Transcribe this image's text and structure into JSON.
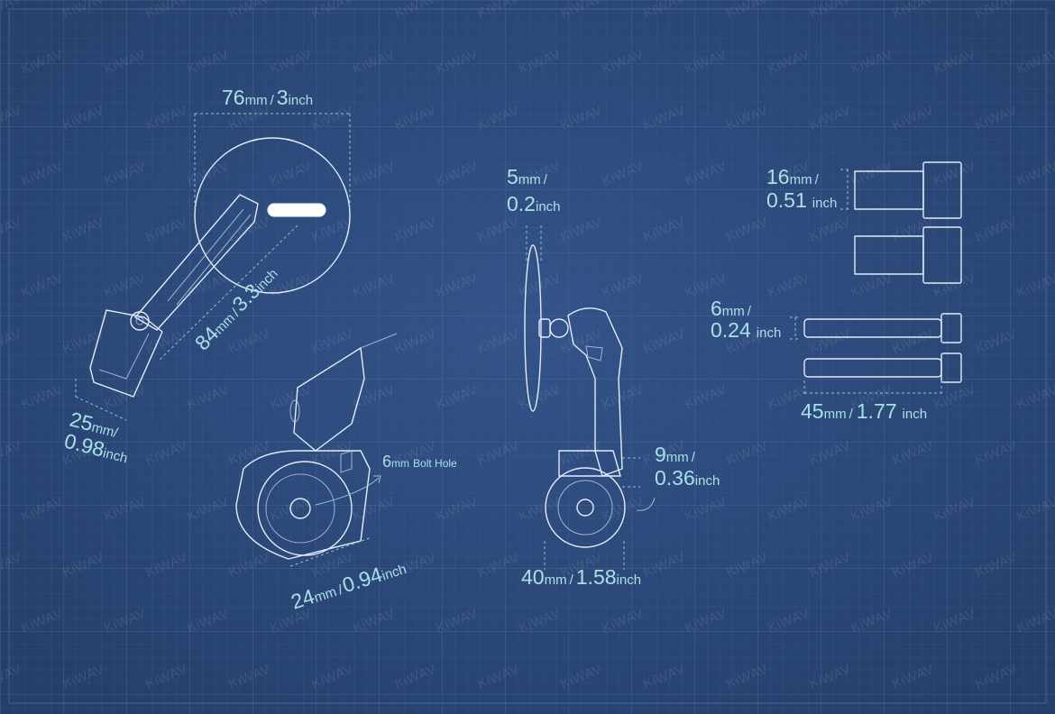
{
  "brand": {
    "watermark": "KiWAV"
  },
  "colors": {
    "background": "#2c4877",
    "line": "#e4ecf6",
    "dimension": "#86c9d2",
    "label": "#a8e0e6"
  },
  "dimensions": {
    "mirror_diameter": {
      "mm": "76",
      "mm_unit": "mm",
      "sep": "/",
      "inch": "3",
      "inch_unit": "inch"
    },
    "arm_length": {
      "mm": "84",
      "mm_unit": "mm",
      "sep": "/",
      "inch": "3.3",
      "inch_unit": "inch"
    },
    "clamp_width": {
      "mm": "25",
      "mm_unit": "mm/",
      "inch": "0.98",
      "inch_unit": "inch"
    },
    "bolt_hole": {
      "mm": "6",
      "mm_unit": "mm",
      "text": "Bolt Hole"
    },
    "clamp_diameter": {
      "mm": "24",
      "mm_unit": "mm",
      "sep": "/",
      "inch": "0.94",
      "inch_unit": "inch"
    },
    "glass_thickness": {
      "mm": "5",
      "mm_unit": "mm",
      "sep": "/",
      "inch": "0.2",
      "inch_unit": "inch"
    },
    "end_offset": {
      "mm": "9",
      "mm_unit": "mm",
      "sep": "/",
      "inch": "0.36",
      "inch_unit": "inch"
    },
    "end_diameter": {
      "mm": "40",
      "mm_unit": "mm",
      "sep": "/",
      "inch": "1.58",
      "inch_unit": "inch"
    },
    "bolt_head_width": {
      "mm": "16",
      "mm_unit": "mm",
      "sep": "/",
      "inch": "0.51",
      "inch_unit": "inch"
    },
    "screw_diameter": {
      "mm": "6",
      "mm_unit": "mm",
      "sep": "/",
      "inch": "0.24",
      "inch_unit": "inch"
    },
    "screw_length": {
      "mm": "45",
      "mm_unit": "mm",
      "sep": "/",
      "inch": "1.77",
      "inch_unit": "inch"
    }
  }
}
